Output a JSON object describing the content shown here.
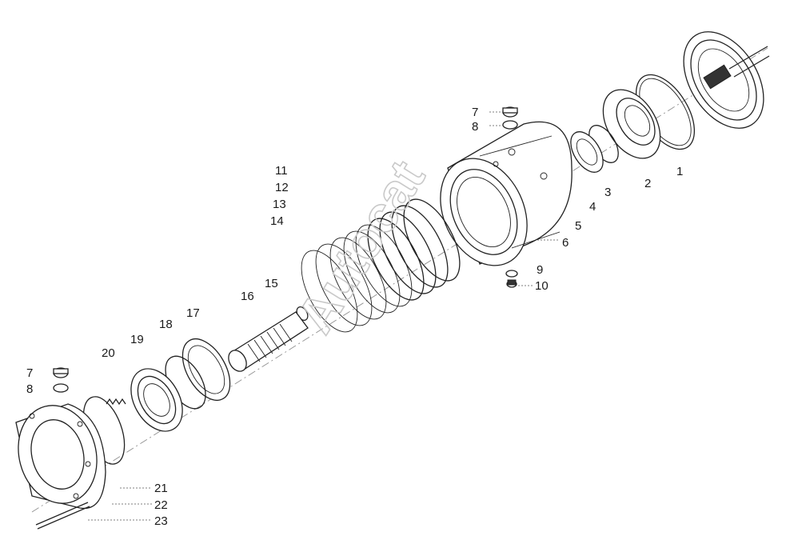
{
  "watermark": "Autocat",
  "labels": [
    "1",
    "2",
    "3",
    "4",
    "5",
    "6",
    "7",
    "8",
    "9",
    "10",
    "11",
    "12",
    "13",
    "14",
    "15",
    "16",
    "17",
    "18",
    "19",
    "20",
    "7",
    "8",
    "21",
    "22",
    "23"
  ]
}
